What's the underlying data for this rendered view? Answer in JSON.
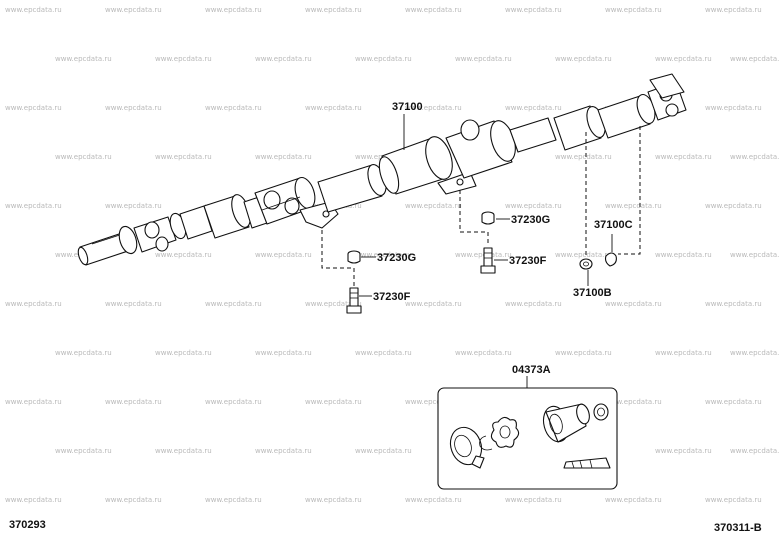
{
  "watermark": "www.epcdata.ru",
  "labels": {
    "propeller_shaft": "37100",
    "spacer_upper": "37230G",
    "bolt_upper": "37230F",
    "spacer_lower": "37230G",
    "bolt_lower": "37230F",
    "clamp_c": "37100C",
    "clamp_b": "37100B",
    "boot_kit": "04373A"
  },
  "codes": {
    "left": "370293",
    "right": "370311-B"
  }
}
